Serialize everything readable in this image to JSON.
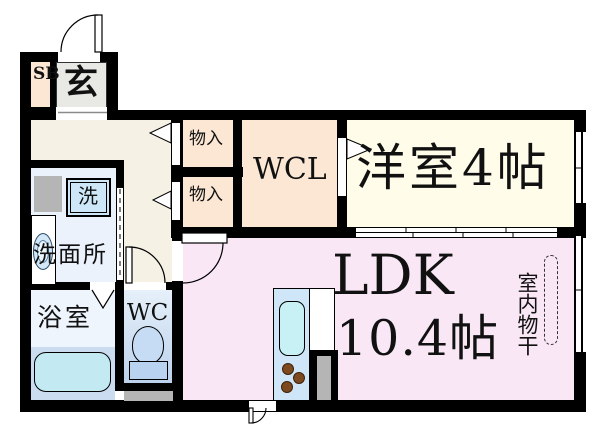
{
  "plan_type": "apartment-floor-plan",
  "rooms": {
    "entrance": {
      "label": "玄",
      "shoebox": "SB"
    },
    "storage_upper": {
      "label": "物入"
    },
    "storage_lower": {
      "label": "物入"
    },
    "walk_in_closet": {
      "label": "WCL"
    },
    "western_room": {
      "label": "洋室4帖"
    },
    "ldk": {
      "name": "LDK",
      "size": "10.4帖"
    },
    "washroom": {
      "label": "洗面所",
      "washer": "洗"
    },
    "bathroom": {
      "label": "浴室"
    },
    "toilet": {
      "label": "WC"
    },
    "indoor_drying": {
      "label": "室内物干"
    }
  },
  "colors": {
    "wall": "#000000",
    "closet_fill": "#fbe7d3",
    "entrance_floor": "#e8e8e5",
    "hall": "#f5f1e4",
    "western_room": "#fffce9",
    "ldk": "#f9e7f6",
    "washroom": "#ebf2fb",
    "bathroom_upper": "#eef5fd",
    "bathroom_lower": "#cbdcf1",
    "tub": "#c3eaf3",
    "wc_gradient_top": "#e6f0fa",
    "wc_gradient_bottom": "#bcd2ec",
    "kitchen_counter": "#cfe6f8",
    "sink": "#c8f1f5",
    "burner": "#7c4a1e",
    "gray_fixture": "#b5b5b5"
  }
}
